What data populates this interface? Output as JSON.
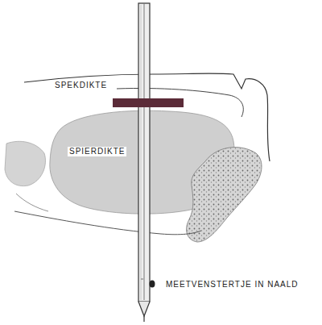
{
  "diagram": {
    "labels": [
      "SPEKDIKTE",
      "SPIERDIKTE",
      "MEETVENSTERTJE IN NAALD"
    ]
  }
}
